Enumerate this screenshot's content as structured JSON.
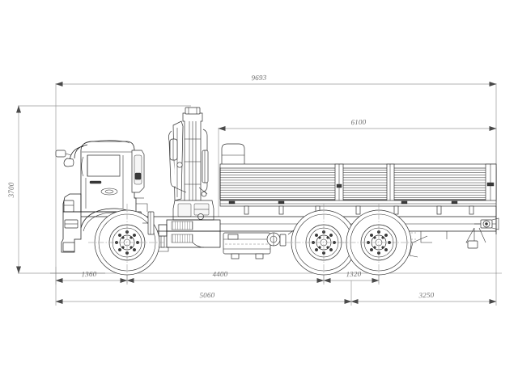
{
  "drawing": {
    "title": "Truck side elevation with knuckle-boom crane",
    "background_color": "#ffffff",
    "line_color": "#1d1d1d",
    "dimension_color": "#9a9a9a",
    "dimension_text_color": "#6f6f6f",
    "units": "mm",
    "view": "side elevation (left profile)"
  },
  "dimensions": {
    "overall_length": {
      "label": "9693",
      "name": "overall-length"
    },
    "rear_section": {
      "label": "6100",
      "name": "platform-length"
    },
    "overall_height": {
      "label": "3700",
      "name": "overall-height"
    },
    "front_overhang": {
      "label": "1360",
      "name": "front-overhang"
    },
    "wheelbase": {
      "label": "4400",
      "name": "wheelbase"
    },
    "rear_axle_spacing": {
      "label": "1320",
      "name": "rear-axle-spacing"
    },
    "front_group": {
      "label": "5060",
      "name": "front-to-rear-axle"
    },
    "rear_group": {
      "label": "3250",
      "name": "rear-overhang-group"
    }
  },
  "components": {
    "cab": "cab",
    "crane": "knuckle-boom-crane",
    "platform": "cargo-platform",
    "front_wheel": "front-wheel",
    "rear_wheel_1": "rear-wheel-front",
    "rear_wheel_2": "rear-wheel-back",
    "fuel_tank": "fuel-tank",
    "outrigger": "outrigger",
    "tow_hook": "rear-tow-hook",
    "exhaust": "exhaust-stack",
    "mirror": "cab-mirror",
    "air_tank": "air-reservoir"
  }
}
